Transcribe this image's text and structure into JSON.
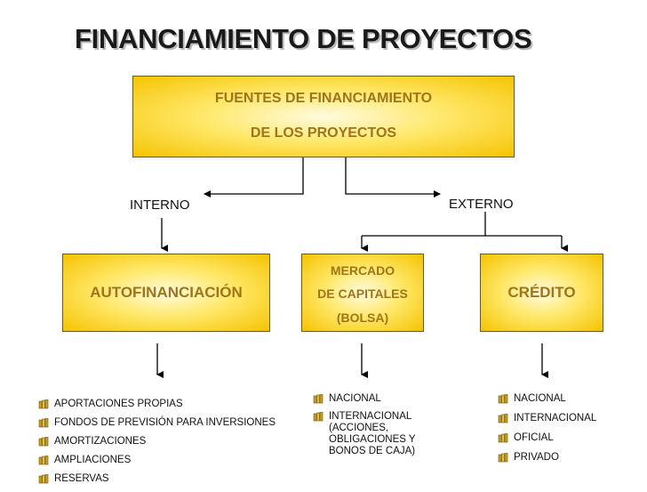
{
  "title": "FINANCIAMIENTO DE PROYECTOS",
  "sources_box": {
    "line1": "FUENTES DE FINANCIAMIENTO",
    "line2": "DE LOS PROYECTOS"
  },
  "branches": {
    "internal": "INTERNO",
    "external": "EXTERNO"
  },
  "self_financing": {
    "label": "AUTOFINANCIACIÓN",
    "items": [
      "APORTACIONES PROPIAS",
      "FONDOS DE PREVISIÓN PARA INVERSIONES",
      "AMORTIZACIONES",
      "AMPLIACIONES",
      "RESERVAS"
    ]
  },
  "capital_market": {
    "line1": "MERCADO",
    "line2": "DE CAPITALES",
    "line3": "(BOLSA)",
    "items": [
      "NACIONAL",
      "INTERNACIONAL\n(ACCIONES,\nOBLIGACIONES Y\nBONOS DE CAJA)"
    ]
  },
  "credit": {
    "label": "CRÉDITO",
    "items": [
      "NACIONAL",
      "INTERNACIONAL",
      "OFICIAL",
      "PRIVADO"
    ]
  },
  "colors": {
    "box_fill": "#ffe86a",
    "box_edge": "#f5c300",
    "box_text": "#a07418",
    "line": "#000000"
  },
  "bullet_icon": "book-stack-icon"
}
